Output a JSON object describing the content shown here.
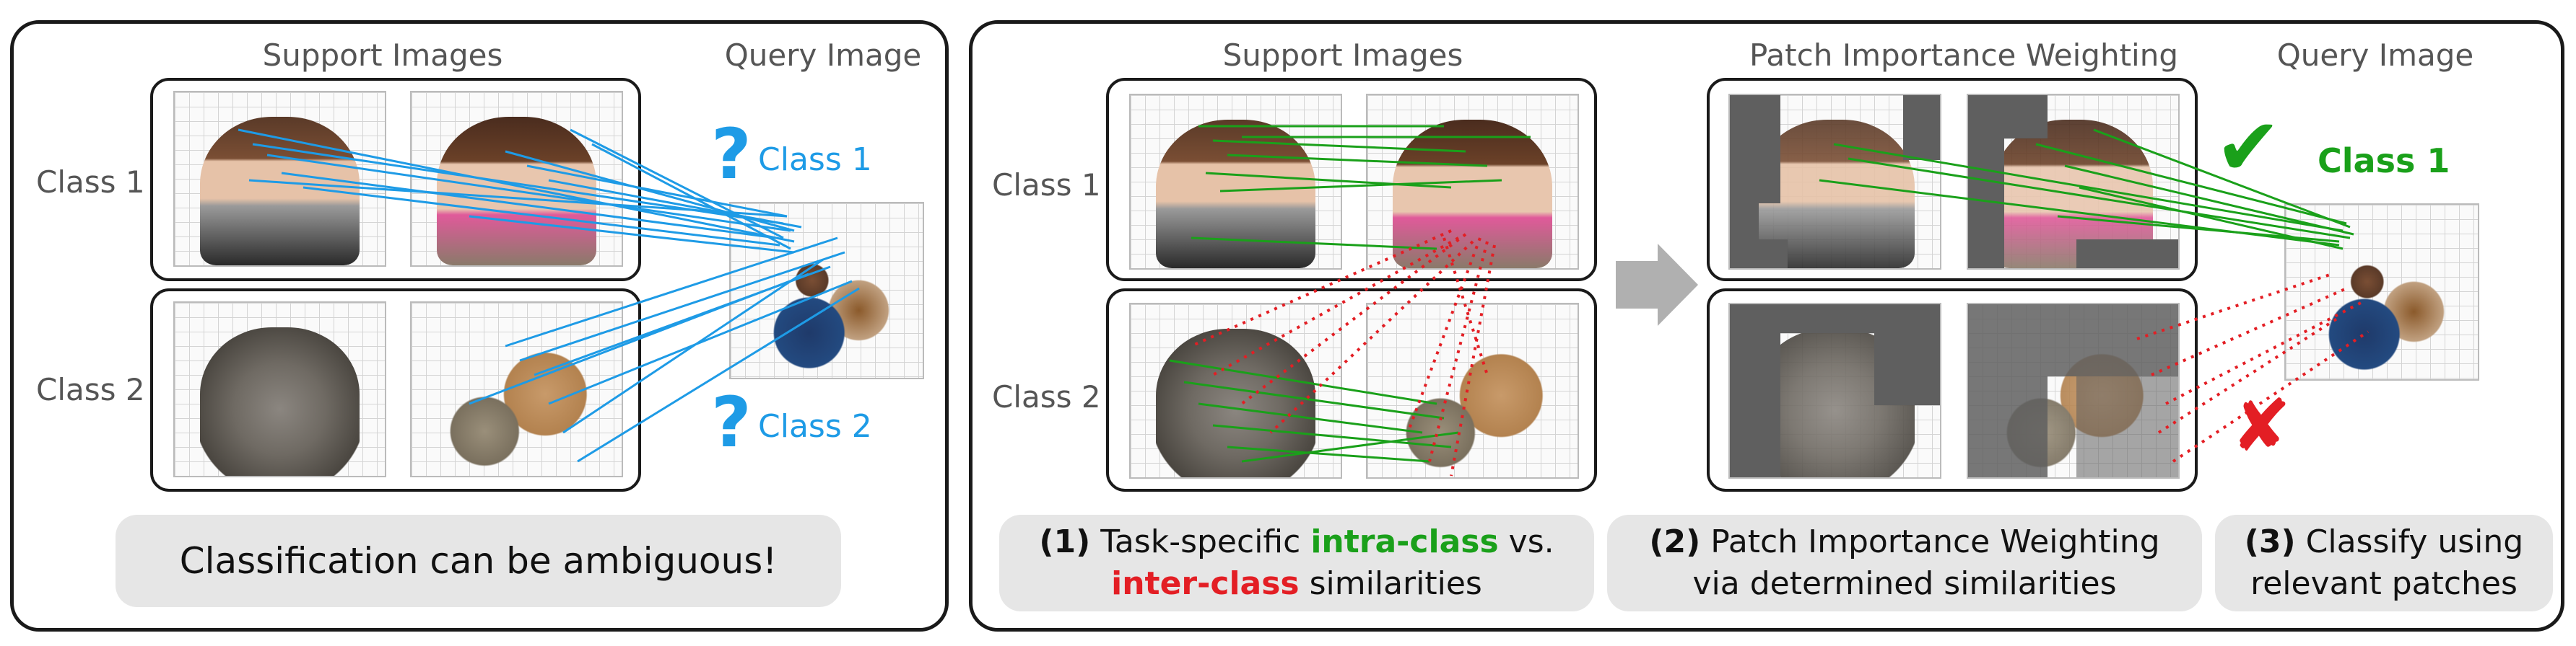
{
  "left_panel": {
    "support_header": "Support Images",
    "query_header": "Query Image",
    "class1_label": "Class 1",
    "class2_label": "Class 2",
    "q1_mark": "?",
    "q1_label": "Class 1",
    "q2_mark": "?",
    "q2_label": "Class 2",
    "caption": "Classification can be ambiguous!"
  },
  "right_panel": {
    "support_header": "Support Images",
    "weighting_header": "Patch Importance Weighting",
    "query_header": "Query Image",
    "class1_label": "Class 1",
    "class2_label": "Class 2",
    "result_class": "Class 1",
    "check_mark": "✔",
    "cross_mark": "✘",
    "step1": {
      "num": "(1)",
      "text_a": "Task-specific",
      "intra": "intra-class",
      "text_b": "vs.",
      "inter": "inter-class",
      "text_c": "similarities"
    },
    "step2": {
      "num": "(2)",
      "text_a": "Patch Importance Weighting",
      "text_b": "via determined similarities"
    },
    "step3": {
      "num": "(3)",
      "text_a": "Classify using",
      "text_b": "relevant patches"
    }
  },
  "colors": {
    "ambiguous_blue": "#1e9be6",
    "intra_green": "#1aa01a",
    "inter_red": "#e31e24",
    "arrow_grey": "#b0b0b0"
  },
  "icons": [
    "question-mark-icon",
    "check-icon",
    "cross-icon",
    "arrow-right-icon"
  ]
}
